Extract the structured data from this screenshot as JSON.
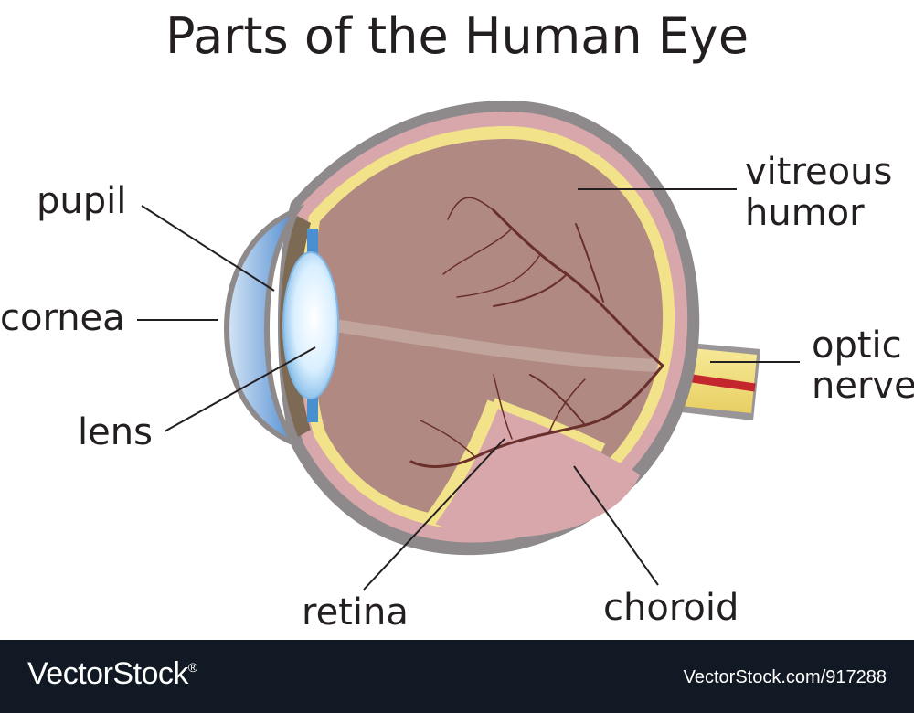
{
  "title": "Parts of the Human Eye",
  "labels": {
    "pupil": "pupil",
    "cornea": "cornea",
    "lens": "lens",
    "retina": "retina",
    "choroid": "choroid",
    "vitreous_1": "vitreous",
    "vitreous_2": "humor",
    "optic_1": "optic",
    "optic_2": "nerve"
  },
  "footer": {
    "brand": "VectorStock",
    "trademark": "®",
    "stock_id": "VectorStock.com/917288"
  },
  "colors": {
    "sclera": "#8e8a8c",
    "vitreous": "#b08a82",
    "retina": "#f2e28a",
    "choroid_tissue": "#d8a7ab",
    "cornea": "#6f9fd4",
    "lens": "#dcefff",
    "blood_vessel": "#6a2f2a",
    "nerve_artery": "#c4262e",
    "footer_bg": "#111a24"
  }
}
